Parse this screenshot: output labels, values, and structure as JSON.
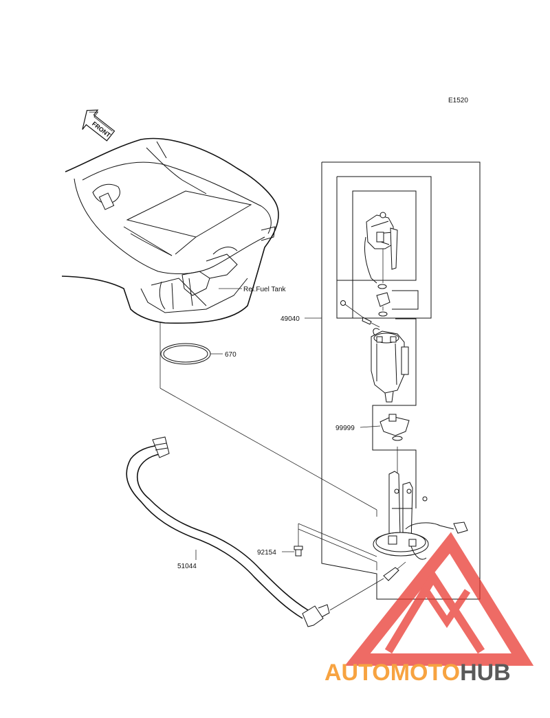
{
  "diagram_code": "E1520",
  "front_label": "FRONT",
  "ref_label": "Ref.Fuel Tank",
  "parts": {
    "p670": "670",
    "p49040": "49040",
    "p99999": "99999",
    "p92154": "92154",
    "p51044": "51044"
  },
  "watermark": {
    "part1": "AUTOMOTO",
    "part2": "HUB",
    "color_orange": "#f7a341",
    "color_gray": "#5a5a5a",
    "color_red": "#e8332a"
  }
}
